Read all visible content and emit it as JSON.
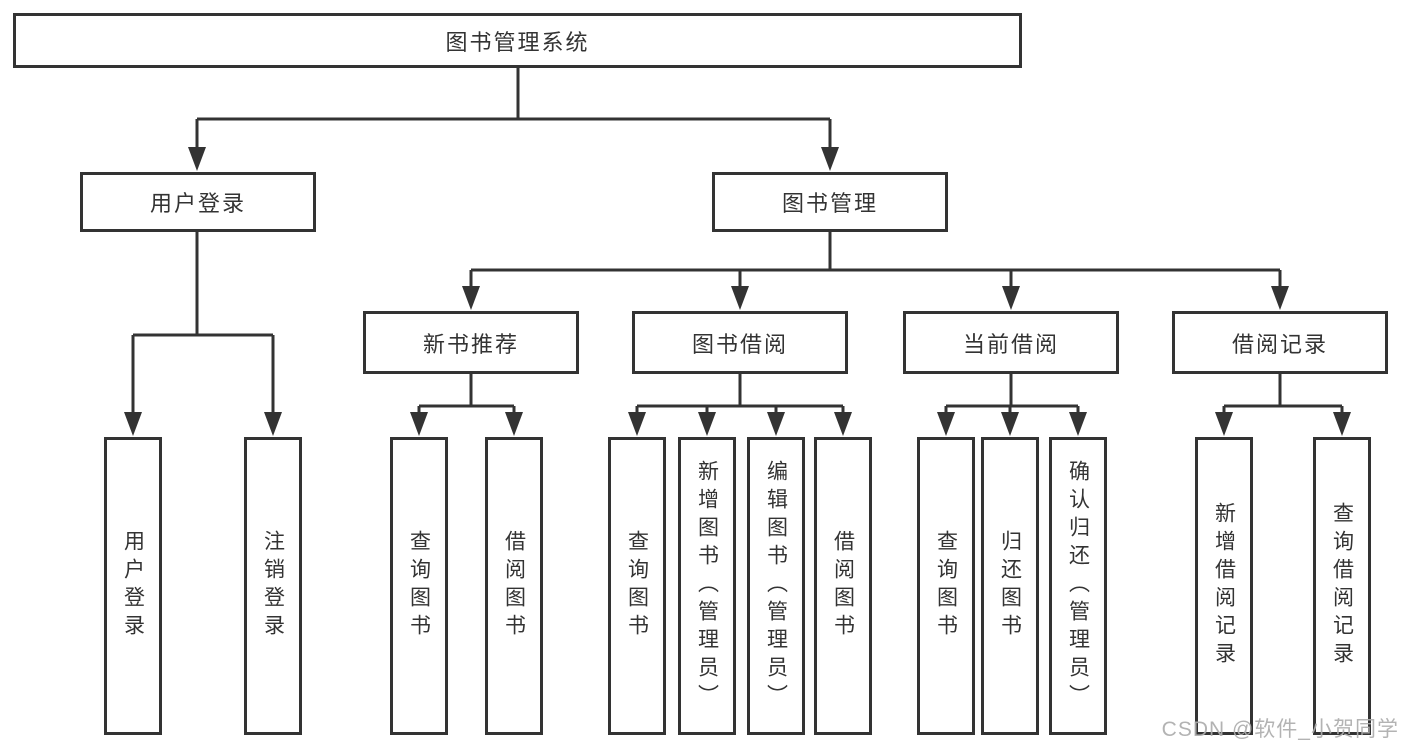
{
  "tree": {
    "root": {
      "label": "图书管理系统",
      "children": [
        {
          "label": "用户登录",
          "children": [
            {
              "label": "用户登录"
            },
            {
              "label": "注销登录"
            }
          ]
        },
        {
          "label": "图书管理",
          "children": [
            {
              "label": "新书推荐",
              "children": [
                {
                  "label": "查询图书"
                },
                {
                  "label": "借阅图书"
                }
              ]
            },
            {
              "label": "图书借阅",
              "children": [
                {
                  "label": "查询图书"
                },
                {
                  "label": "新增图书（管理员）"
                },
                {
                  "label": "编辑图书（管理员）"
                },
                {
                  "label": "借阅图书"
                }
              ]
            },
            {
              "label": "当前借阅",
              "children": [
                {
                  "label": "查询图书"
                },
                {
                  "label": "归还图书"
                },
                {
                  "label": "确认归还（管理员）"
                }
              ]
            },
            {
              "label": "借阅记录",
              "children": [
                {
                  "label": "新增借阅记录"
                },
                {
                  "label": "查询借阅记录"
                }
              ]
            }
          ]
        }
      ]
    }
  },
  "watermark": {
    "text": "CSDN @软件_小贺同学"
  },
  "colors": {
    "line": "#333333",
    "text": "#333333",
    "background": "#ffffff",
    "watermark": "#acacac"
  }
}
